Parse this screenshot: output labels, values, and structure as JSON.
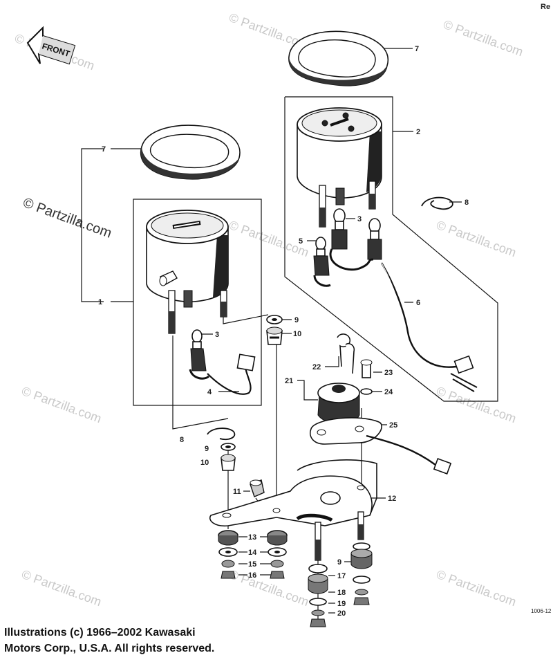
{
  "front_label": "FRONT",
  "watermark": "© Partzilla.com",
  "corner_top": "Re",
  "figure_code": "1006-12",
  "copyright": [
    "Illustrations (c) 1966–2002 Kawasaki",
    "Motors Corp., U.S.A.  All rights reserved."
  ],
  "callouts": [
    "7",
    "7",
    "2",
    "8",
    "1",
    "3",
    "5",
    "3",
    "6",
    "9",
    "10",
    "4",
    "22",
    "23",
    "21",
    "24",
    "25",
    "8",
    "9",
    "10",
    "11",
    "12",
    "13",
    "14",
    "15",
    "16",
    "9",
    "17",
    "18",
    "19",
    "20"
  ]
}
